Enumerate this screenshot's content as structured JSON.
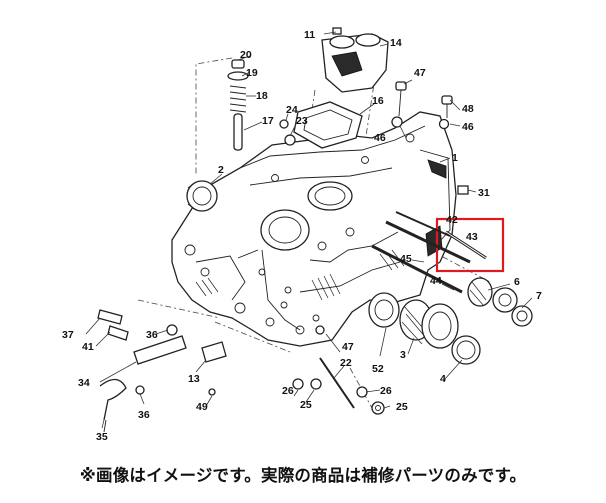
{
  "labels": {
    "l1": "1",
    "l2": "2",
    "l3": "3",
    "l4": "4",
    "l6": "6",
    "l7": "7",
    "l11": "11",
    "l13": "13",
    "l14": "14",
    "l16": "16",
    "l17": "17",
    "l18": "18",
    "l19": "19",
    "l20": "20",
    "l22": "22",
    "l23": "23",
    "l24": "24",
    "l25a": "25",
    "l25b": "25",
    "l26a": "26",
    "l26b": "26",
    "l31": "31",
    "l34": "34",
    "l35": "35",
    "l36a": "36",
    "l36b": "36",
    "l37": "37",
    "l41": "41",
    "l42": "42",
    "l43": "43",
    "l44": "44",
    "l45": "45",
    "l46a": "46",
    "l46b": "46",
    "l47a": "47",
    "l47b": "47",
    "l48": "48",
    "l49": "49",
    "l52": "52"
  },
  "highlight": {
    "part": "43",
    "color": "#e0191f"
  },
  "caption": "※画像はイメージです。実際の商品は補修パーツのみです。"
}
